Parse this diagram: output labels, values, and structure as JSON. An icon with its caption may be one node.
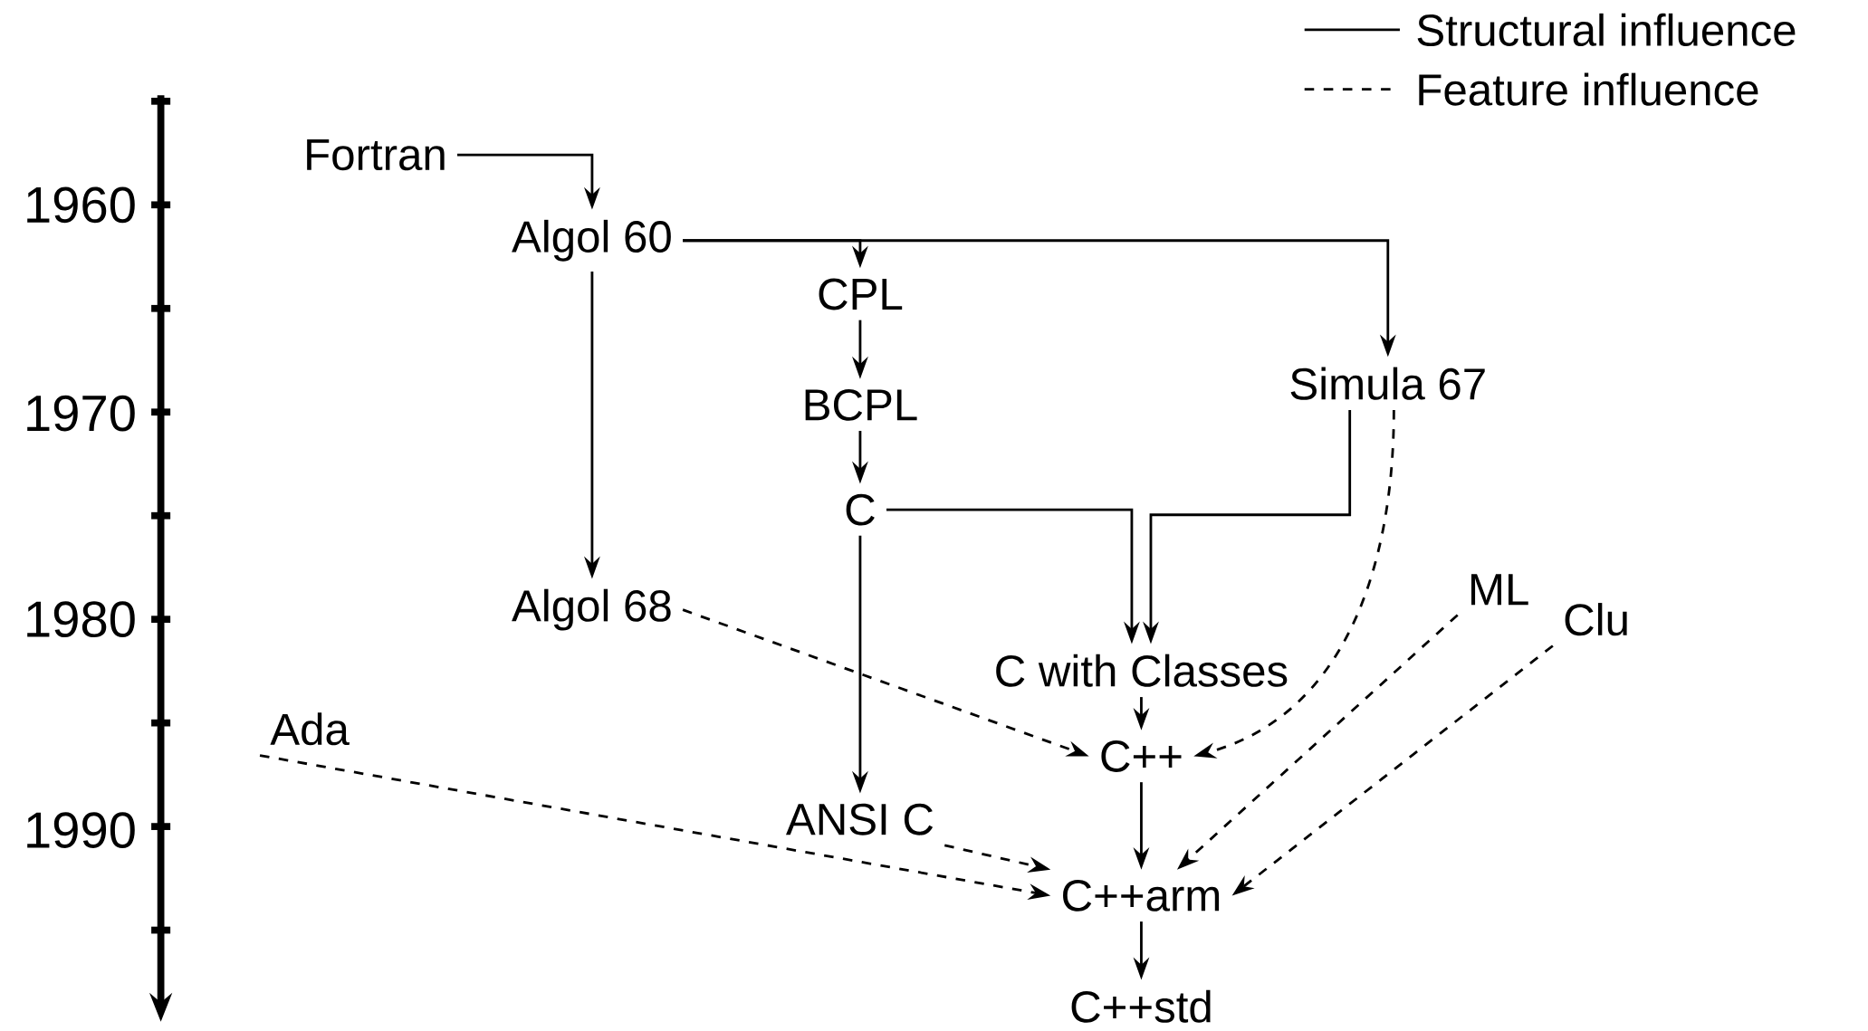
{
  "diagram": {
    "nodes": [
      {
        "text": [
          "Fortran"
        ]
      },
      {
        "text": [
          "Algol 60"
        ]
      },
      {
        "text": [
          "CPL"
        ]
      },
      {
        "text": [
          "BCPL"
        ]
      },
      {
        "text": [
          "Simula 67"
        ]
      },
      {
        "text": [
          "C"
        ]
      },
      {
        "text": [
          "Algol 68"
        ]
      },
      {
        "text": [
          "ML"
        ]
      },
      {
        "text": [
          "Clu"
        ]
      },
      {
        "text": [
          "C with Classes"
        ]
      },
      {
        "text": [
          "Ada"
        ]
      },
      {
        "text": [
          "C++"
        ]
      },
      {
        "text": [
          "ANSI C"
        ]
      },
      {
        "text": [
          "C++arm"
        ]
      },
      {
        "text": [
          "C++std"
        ]
      }
    ],
    "edges": [
      {
        "from": 0,
        "to": 1,
        "arrow": "to"
      },
      {
        "from": 1,
        "to": 2,
        "arrow": "to"
      },
      {
        "from": 1,
        "to": 4,
        "arrow": "to"
      },
      {
        "from": 1,
        "to": 6,
        "arrow": "to"
      },
      {
        "from": 2,
        "to": 3,
        "arrow": "to"
      },
      {
        "from": 3,
        "to": 5,
        "arrow": "to"
      },
      {
        "from": 5,
        "to": 9,
        "arrow": "to"
      },
      {
        "from": 4,
        "to": 9,
        "arrow": "to"
      },
      {
        "from": 5,
        "to": 12,
        "arrow": "to"
      },
      {
        "from": 6,
        "to": 11,
        "arrow": "to",
        "style": "dashed"
      },
      {
        "from": 4,
        "to": 11,
        "arrow": "to",
        "style": "dashed"
      },
      {
        "from": 9,
        "to": 11,
        "arrow": "to"
      },
      {
        "from": 7,
        "to": 13,
        "arrow": "to",
        "style": "dashed"
      },
      {
        "from": 8,
        "to": 13,
        "arrow": "to",
        "style": "dashed"
      },
      {
        "from": 11,
        "to": 13,
        "arrow": "to"
      },
      {
        "from": 10,
        "to": 13,
        "arrow": "to",
        "style": "dashed"
      },
      {
        "from": 12,
        "to": 13,
        "arrow": "to",
        "style": "dashed"
      },
      {
        "from": 13,
        "to": 14,
        "arrow": "to"
      }
    ],
    "labels": [
      "1960",
      "1970",
      "1980",
      "1990"
    ],
    "legend": [
      {
        "text": "Structural influence"
      },
      {
        "text": "Feature influence"
      }
    ]
  }
}
